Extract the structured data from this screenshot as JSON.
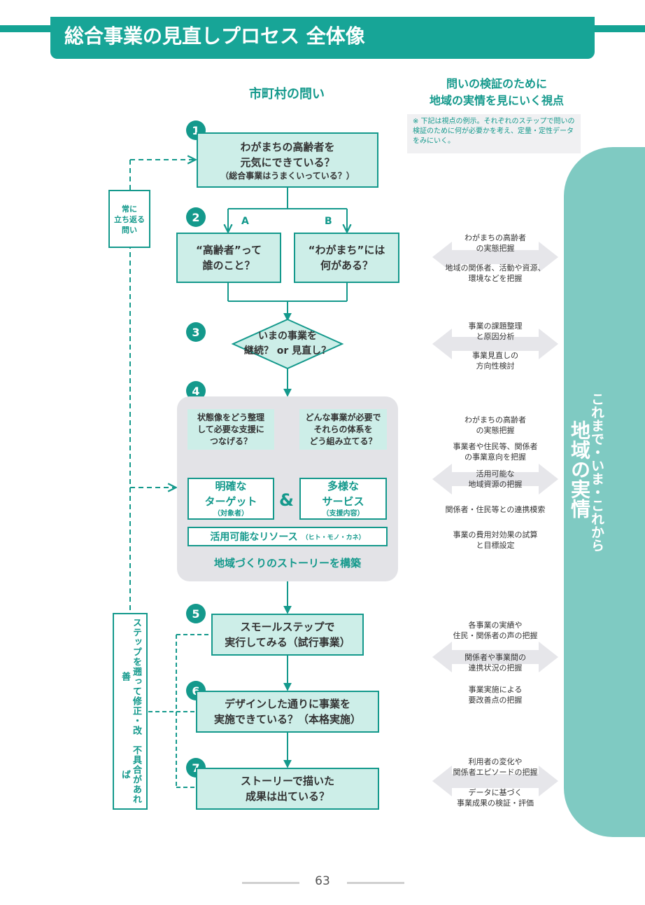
{
  "title": "総合事業の見直しプロセス 全体像",
  "left_column_title": "市町村の問い",
  "right_column_title": [
    "問いの検証のために",
    "地域の実情を見にいく視点"
  ],
  "note": "※ 下記は視点の例示。それぞれのステップで問いの検証のために何が必要かを考え、定量・定性データをみにいく。",
  "loop_top": [
    "常に",
    "立ち返る",
    "問い"
  ],
  "loop_bottom": [
    "不具合があれば",
    "ステップを遡って修正・改善"
  ],
  "steps": {
    "s1": {
      "num": "1",
      "line1": "わがまちの高齢者を",
      "line2": "元気にできている？",
      "sub": "（総合事業はうまくいっている？）"
    },
    "s2": {
      "num": "2",
      "label_a": "A",
      "label_b": "B",
      "a_line1": "“高齢者”って",
      "a_line2": "誰のこと？",
      "b_line1": "“わがまち”には",
      "b_line2": "何がある？"
    },
    "s3": {
      "num": "3",
      "line1": "いまの事業を",
      "line2": "継続？ or 見直し？"
    },
    "s4": {
      "num": "4",
      "left_box": [
        "状態像をどう整理",
        "して必要な支援に",
        "つなげる？"
      ],
      "right_box": [
        "どんな事業が必要で",
        "それらの体系を",
        "どう組み立てる？"
      ],
      "target_main": [
        "明確な",
        "ターゲット"
      ],
      "target_sub": "（対象者）",
      "amp": "&",
      "service_main": [
        "多様な",
        "サービス"
      ],
      "service_sub": "（支援内容）",
      "resource": "活用可能なリソース",
      "resource_sub": "（ヒト・モノ・カネ）",
      "story": "地域づくりのストーリーを構築"
    },
    "s5": {
      "num": "5",
      "line1": "スモールステップで",
      "line2": "実行してみる（試行事業）"
    },
    "s6": {
      "num": "6",
      "line1": "デザインした通りに事業を",
      "line2": "実施できている？（本格実施）"
    },
    "s7": {
      "num": "7",
      "line1": "ストーリーで描いた",
      "line2": "成果は出ている？"
    }
  },
  "viewpoints": {
    "v2": [
      [
        "わがまちの高齢者",
        "の実態把握"
      ],
      [
        "地域の関係者、活動や資源、",
        "環境などを把握"
      ]
    ],
    "v3": [
      [
        "事業の課題整理",
        "と原因分析"
      ],
      [
        "事業見直しの",
        "方向性検討"
      ]
    ],
    "v4": [
      [
        "わがまちの高齢者",
        "の実態把握"
      ],
      [
        "事業者や住民等、関係者",
        "の事業意向を把握"
      ],
      [
        "活用可能な",
        "地域資源の把握"
      ],
      [
        "関係者・住民等との連携模索"
      ],
      [
        "事業の費用対効果の試算",
        "と目標設定"
      ]
    ],
    "v5": [
      [
        "各事業の実績や",
        "住民・関係者の声の把握"
      ],
      [
        "関係者や事業間の",
        "連携状況の把握"
      ],
      [
        "事業実施による",
        "要改善点の把握"
      ]
    ],
    "v7": [
      [
        "利用者の変化や",
        "関係者エピソードの把握"
      ],
      [
        "データに基づく",
        "事業成果の検証・評価"
      ]
    ]
  },
  "ribbon": {
    "small": "これまで・いま・これから",
    "large": "地域の実情"
  },
  "page_number": "63",
  "colors": {
    "teal": "#14998c",
    "light_teal": "#cdeee8",
    "ribbon": "#7fcac2",
    "arrow_gray": "#e6e6ea"
  }
}
